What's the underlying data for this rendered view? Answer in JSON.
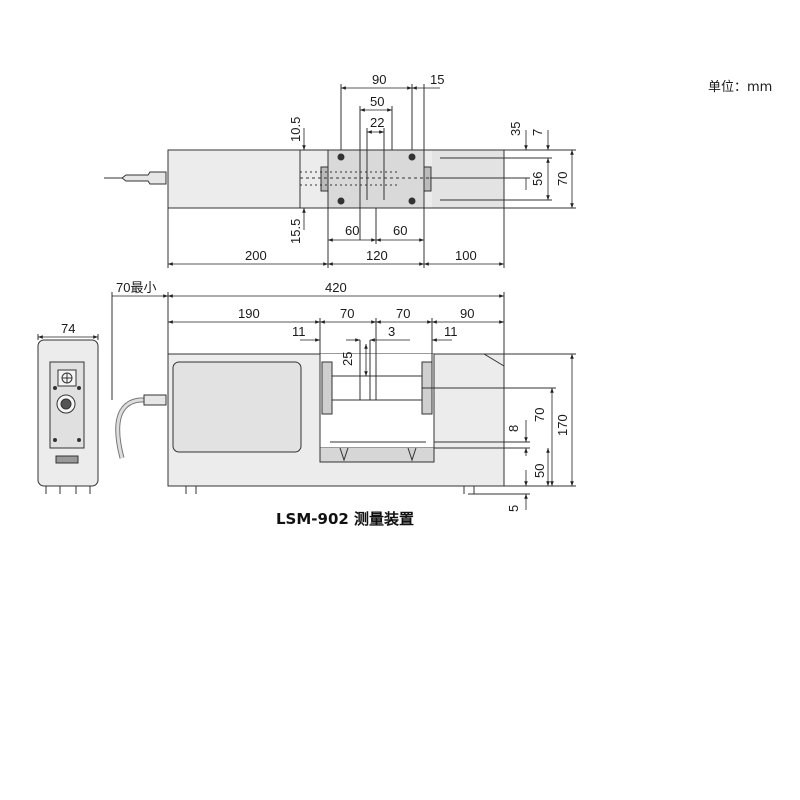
{
  "unit_label": "单位：mm",
  "caption": "LSM-902 测量装置",
  "top_view": {
    "dims": {
      "d90": "90",
      "d15": "15",
      "d50": "50",
      "d22": "22",
      "d10_5": "10.5",
      "d15_5": "15.5",
      "d35": "35",
      "d7": "7",
      "d56": "56",
      "d70": "70",
      "d60_left": "60",
      "d60_right": "60",
      "d200": "200",
      "d120": "120",
      "d100": "100"
    }
  },
  "front_view": {
    "dims": {
      "d70min": "70最小",
      "d420": "420",
      "d190": "190",
      "d70a": "70",
      "d70b": "70",
      "d90": "90",
      "d11a": "11",
      "d3": "3",
      "d11b": "11",
      "d25": "25",
      "d70v": "70",
      "d8": "8",
      "d170": "170",
      "d50": "50",
      "d5": "5"
    }
  },
  "side_view": {
    "dims": {
      "d74": "74"
    }
  }
}
